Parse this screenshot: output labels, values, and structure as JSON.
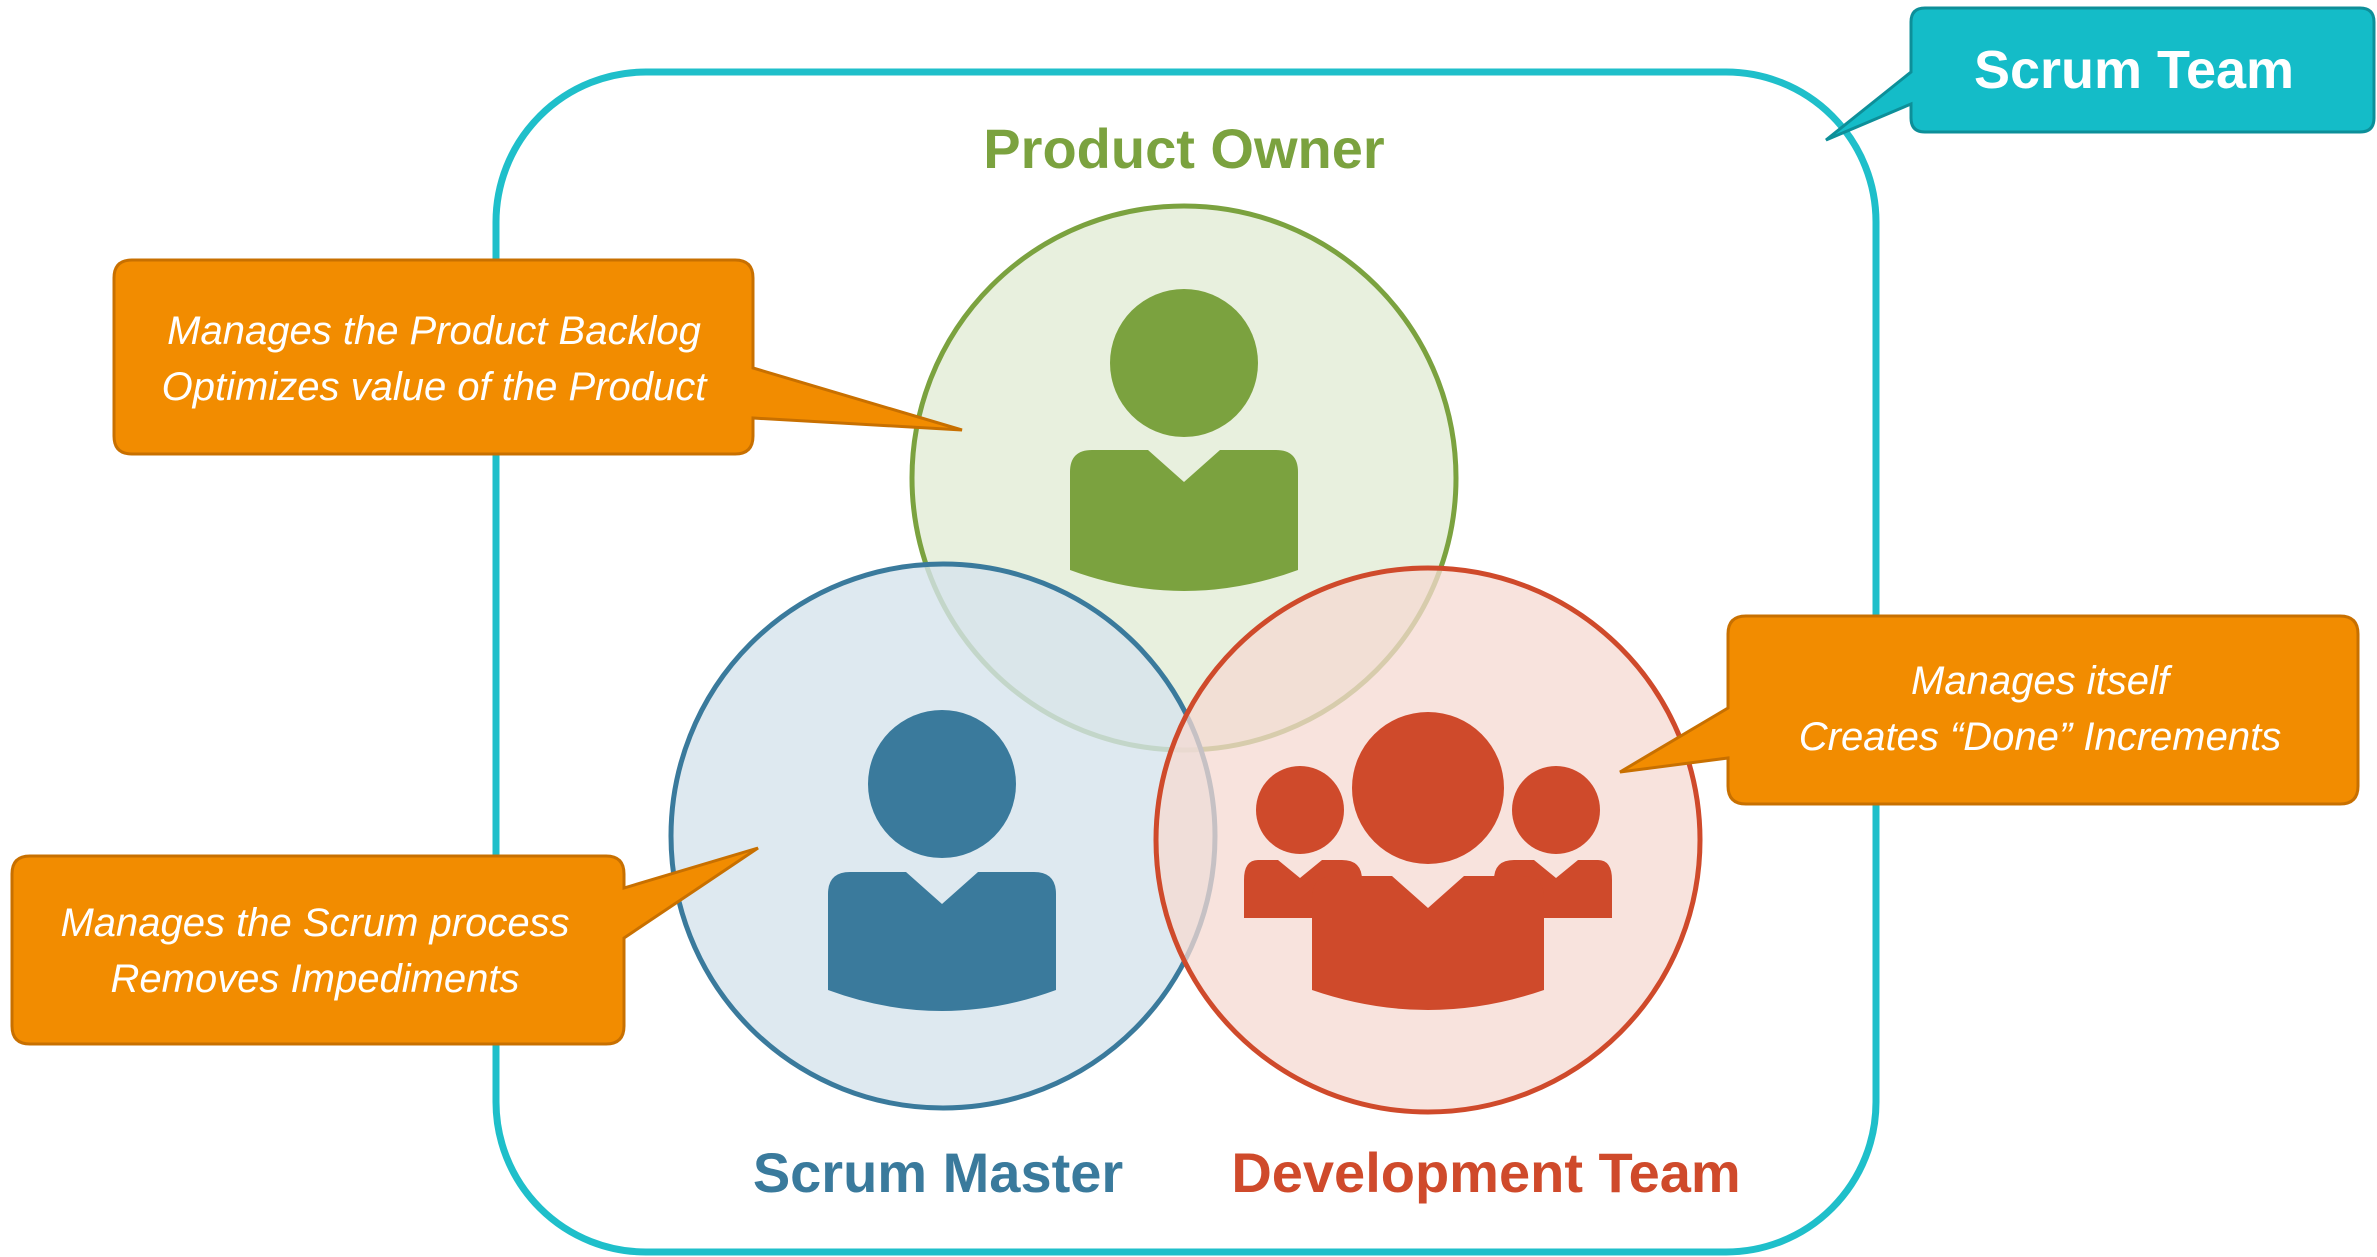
{
  "diagram": {
    "team_tag": {
      "label": "Scrum Team",
      "color": "#14bcc8"
    },
    "team_boundary_color": "#1fbfca",
    "roles": {
      "product_owner": {
        "label": "Product Owner",
        "color": "#7ba23f",
        "fill": "#e4edd8",
        "icon": "person-icon"
      },
      "scrum_master": {
        "label": "Scrum Master",
        "color": "#3a7a9c",
        "fill": "#d6e3ec",
        "icon": "person-icon"
      },
      "development_team": {
        "label": "Development Team",
        "color": "#cf4a2b",
        "fill": "#f5d9d2",
        "icon": "group-icon"
      }
    },
    "callouts": {
      "product_owner": {
        "line1": "Manages the Product Backlog",
        "line2": "Optimizes value of the Product"
      },
      "scrum_master": {
        "line1": "Manages the Scrum process",
        "line2": "Removes Impediments"
      },
      "development_team": {
        "line1": "Manages itself",
        "line2": "Creates “Done” Increments"
      },
      "color": "#f28c00"
    }
  }
}
